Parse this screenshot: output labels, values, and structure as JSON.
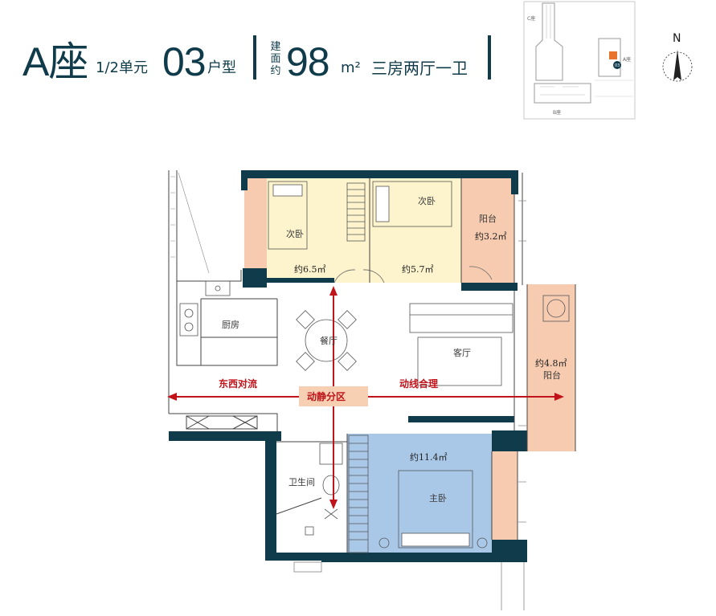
{
  "header": {
    "building": "A座",
    "unit": "1/2单元",
    "type_num": "03",
    "type_suffix": "户型",
    "area_label_chars": [
      "建",
      "面",
      "约"
    ],
    "area_value": "98",
    "area_unit": "m²",
    "layout": "三房两厅一卫"
  },
  "keymap": {
    "building_c": "C座",
    "building_b": "B座",
    "building_a": "A座",
    "unit_badge": "03"
  },
  "compass": {
    "north": "N"
  },
  "rooms": {
    "bedroom_left": {
      "name": "次卧",
      "area": "约6.5㎡"
    },
    "bedroom_mid": {
      "name": "次卧",
      "area": "约5.7㎡"
    },
    "balcony_small": {
      "name": "阳台",
      "area": "约3.2㎡"
    },
    "kitchen": {
      "name": "厨房"
    },
    "dining": {
      "name": "餐厅"
    },
    "living": {
      "name": "客厅"
    },
    "balcony_big": {
      "name": "阳台",
      "area": "约4.8㎡"
    },
    "bathroom": {
      "name": "卫生间"
    },
    "master": {
      "name": "主卧",
      "area": "约11.4㎡"
    }
  },
  "flow": {
    "left_label": "东西对流",
    "center_label": "动静分区",
    "right_label": "动线合理"
  },
  "colors": {
    "wall": "#0f3b4a",
    "bedroom_fill": "#fdf3cc",
    "balcony_fill": "#f6cbb0",
    "master_fill": "#a9c8e8",
    "flow_red": "#c0131a",
    "label_box": "#f7cfb3"
  }
}
